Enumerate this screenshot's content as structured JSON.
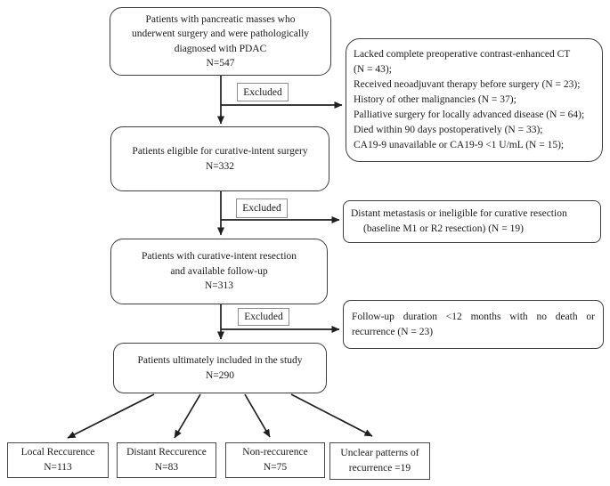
{
  "main_boxes": [
    {
      "text": "Patients with pancreatic masses who\nunderwent surgery and were pathologically\ndiagnosed with PDAC\nN=547"
    },
    {
      "text": "Patients eligible for curative-intent surgery\nN=332"
    },
    {
      "text": "Patients with curative-intent resection\nand available follow-up\nN=313"
    },
    {
      "text": "Patients ultimately included in the study\nN=290"
    }
  ],
  "excluded_labels": [
    {
      "label": "Excluded"
    },
    {
      "label": "Excluded"
    },
    {
      "label": "Excluded"
    }
  ],
  "exclusion_boxes": [
    {
      "text": "Lacked complete preoperative contrast-enhanced CT\n(N = 43);\nReceived neoadjuvant therapy before surgery (N = 23);\nHistory of other malignancies (N = 37);\nPalliative surgery for locally advanced disease (N = 64);\nDied within 90 days postoperatively (N = 33);\nCA19-9 unavailable or CA19-9 <1 U/mL (N = 15);"
    },
    {
      "line1": "Distant metastasis or ineligible for curative resection",
      "line2": "(baseline M1 or R2 resection) (N = 19)"
    },
    {
      "line1": "Follow-up duration <12 months with no death or",
      "line2": "recurrence (N = 23)"
    }
  ],
  "outcome_boxes": [
    {
      "text": "Local Reccurence\nN=113"
    },
    {
      "text": "Distant Reccurence\nN=83"
    },
    {
      "text": "Non-reccurence\nN=75"
    },
    {
      "text": "Unclear patterns of\nrecurrence =19"
    }
  ],
  "colors": {
    "background": "#ffffff",
    "box_border": "#3e3e3e",
    "outcome_border": "#4a4a4a",
    "excluded_border": "#8f8f8f",
    "arrow": "#1f1f1f",
    "text": "#1b1b1b"
  }
}
